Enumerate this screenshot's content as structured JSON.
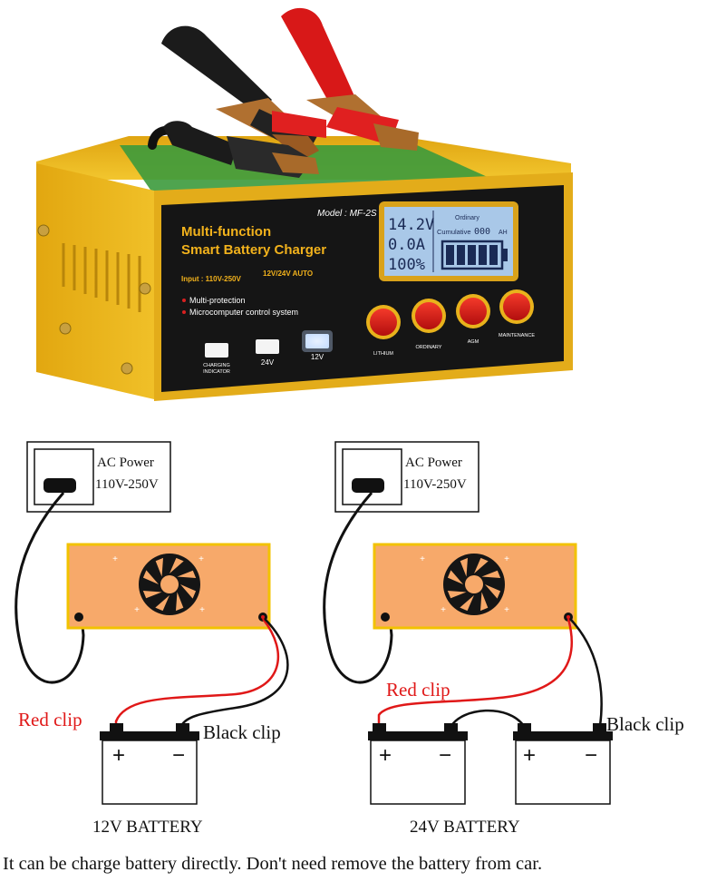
{
  "charger": {
    "model_label": "Model : MF-2S",
    "title_line1": "Multi-function",
    "title_line2": "Smart  Battery Charger",
    "input_label": "Input  : 110V-250V",
    "voltage_label": "12V/24V AUTO",
    "feature1": "Multi-protection",
    "feature2": "Microcomputer control system",
    "lcd": {
      "voltage": "14.2V",
      "current": "0.0A",
      "percent": "100%",
      "mode": "Ordinary",
      "cumulative_label": "Cumulative",
      "cumulative_value": "000",
      "cumulative_unit": "AH",
      "battery_level": 1.0
    },
    "buttons": [
      "LITHIUM",
      "ORDINARY",
      "AGM",
      "MAINTENANCE"
    ],
    "indicators": [
      {
        "line1": "CHARGING",
        "line2": "INDICATOR"
      },
      {
        "line1": "24V",
        "line2": ""
      },
      {
        "line1": "12V",
        "line2": ""
      }
    ],
    "colors": {
      "body": "#e8b21c",
      "panel": "#151515",
      "accent_green": "#3c9a3c",
      "button_red": "#d51818",
      "lcd": "#a9c8e8",
      "clip_red": "#d81818",
      "clip_black": "#1a1a1a"
    }
  },
  "diagrams": [
    {
      "ac_label_line1": "AC Power",
      "ac_label_line2": "110V-250V",
      "red_clip_label": "Red clip",
      "black_clip_label": "Black clip",
      "battery_caption": "12V BATTERY"
    },
    {
      "ac_label_line1": "AC Power",
      "ac_label_line2": "110V-250V",
      "red_clip_label": "Red clip",
      "black_clip_label": "Black clip",
      "battery_caption": "24V BATTERY"
    }
  ],
  "battery_terminals": {
    "positive": "+",
    "negative": "−"
  },
  "footer_text": "It can be charge battery directly. Don't need remove the battery from car.",
  "diagram_colors": {
    "charger_box": "#f7a96a",
    "charger_border": "#f2c200",
    "fan": "#151515",
    "red_wire": "#e01818",
    "black_wire": "#111111",
    "red_label": "#e01818"
  }
}
